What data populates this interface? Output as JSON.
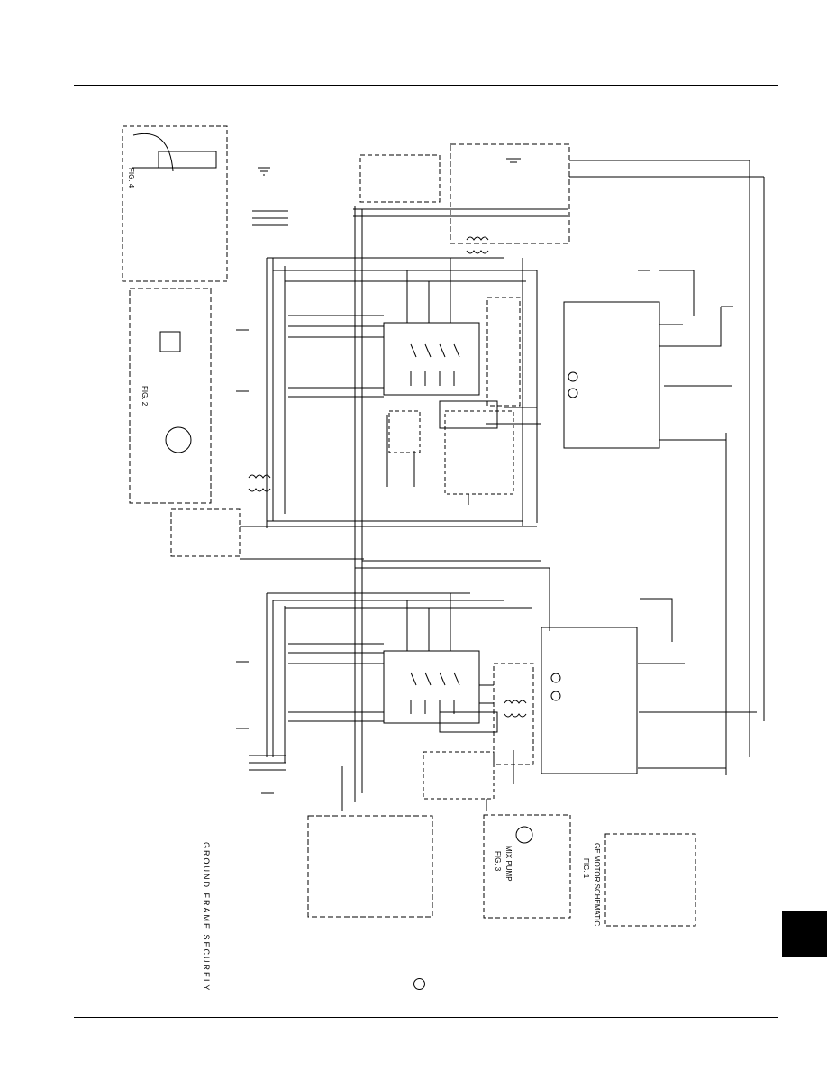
{
  "labels": {
    "ground_note": "GROUND FRAME SECURELY",
    "fig1_title": "GE MOTOR SCHEMATIC",
    "fig1_num": "FIG. 1",
    "fig2_num": "FIG. 2",
    "fig3_title": "MIX PUMP",
    "fig3_num": "FIG. 3",
    "fig4_num": "FIG. 4"
  },
  "colors": {
    "ink": "#000000",
    "paper": "#ffffff"
  }
}
